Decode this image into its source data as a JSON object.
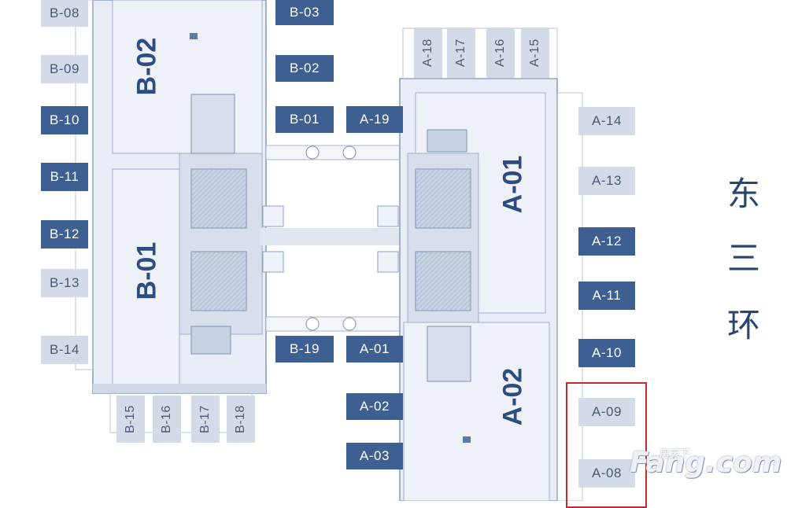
{
  "zones": {
    "b02": "B-02",
    "b01": "B-01",
    "a01": "A-01",
    "a02": "A-02"
  },
  "units": {
    "b08": "B-08",
    "b09": "B-09",
    "b10": "B-10",
    "b11": "B-11",
    "b12": "B-12",
    "b13": "B-13",
    "b14": "B-14",
    "b03": "B-03",
    "b02": "B-02",
    "b01": "B-01",
    "b19": "B-19",
    "b15": "B-15",
    "b16": "B-16",
    "b17": "B-17",
    "b18": "B-18",
    "a18": "A-18",
    "a17": "A-17",
    "a16": "A-16",
    "a15": "A-15",
    "a19": "A-19",
    "a01": "A-01",
    "a02": "A-02",
    "a03": "A-03",
    "a14": "A-14",
    "a13": "A-13",
    "a12": "A-12",
    "a11": "A-11",
    "a10": "A-10",
    "a09": "A-09",
    "a08": "A-08"
  },
  "road": [
    "东",
    "三",
    "环"
  ],
  "watermark": {
    "brand": "Fang.com",
    "cn": "房天下"
  },
  "colors": {
    "unit_dark": "#3d5f92",
    "unit_light": "#d3dbe9",
    "highlight": "#c22c2c"
  }
}
